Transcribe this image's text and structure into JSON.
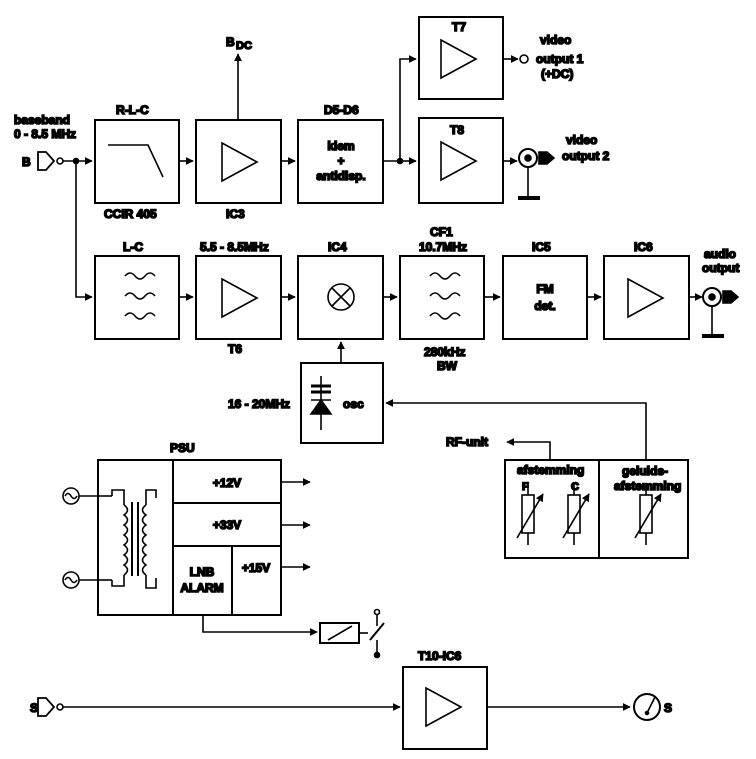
{
  "input": {
    "label": "baseband",
    "range": "0 - 8.5 MHz",
    "port": "B"
  },
  "blocks": {
    "rlc": {
      "title": "R-L-C",
      "subtitle": "CCIR 405"
    },
    "ic3": {
      "title": "IC3",
      "output": "B",
      "output_sub": "DC"
    },
    "d5d6": {
      "title": "D5-D6",
      "line1": "klem",
      "line2": "+",
      "line3": "antidisp."
    },
    "t7": {
      "title": "T7",
      "out_line1": "video",
      "out_line2": "output 1",
      "out_line3": "(+DC)"
    },
    "t8": {
      "title": "T8",
      "out_line1": "video",
      "out_line2": "output 2"
    },
    "lc": {
      "title": "L-C"
    },
    "t6": {
      "title": "5.5 - 8.5MHz",
      "subtitle": "T6"
    },
    "ic4": {
      "title": "IC4"
    },
    "cf1": {
      "title_line1": "CF1",
      "title_line2": "10.7MHz",
      "sub_line1": "280kHz",
      "sub_line2": "BW"
    },
    "ic5": {
      "title": "IC5",
      "line1": "FM",
      "line2": "det."
    },
    "ic6": {
      "title": "IC6",
      "out_line1": "audio",
      "out_line2": "output"
    },
    "osc": {
      "label": "osc",
      "range": "16 - 20MHz"
    },
    "tuning": {
      "rf_label": "RF-unit",
      "left_title": "afstemming",
      "pot_f": "F",
      "pot_c": "C",
      "right_title_line1": "geluids-",
      "right_title_line2": "afstemming"
    },
    "psu": {
      "title": "PSU",
      "out12": "+12V",
      "out33": "+33V",
      "out15": "+15V",
      "lnb_line1": "LNB",
      "lnb_line2": "ALARM"
    },
    "t10": {
      "title": "T10-IC6",
      "input_port": "S",
      "output_meter": "S"
    }
  }
}
